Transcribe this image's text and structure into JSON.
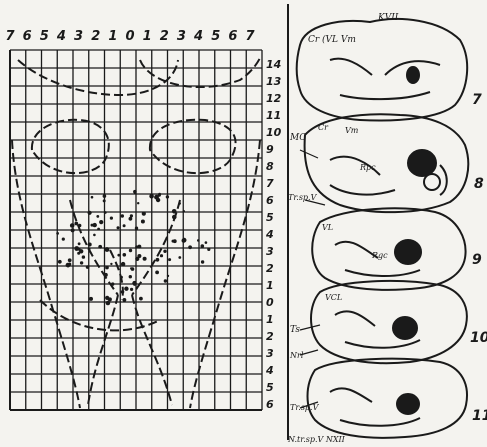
{
  "figure": {
    "ink_color": "#1a1a1a",
    "paper_color": "#f4f3ef",
    "left_panel": {
      "top_axis": [
        "7",
        "6",
        "5",
        "4",
        "3",
        "2",
        "1",
        "0",
        "1",
        "2",
        "3",
        "4",
        "5",
        "6",
        "7"
      ],
      "right_axis": [
        "14",
        "13",
        "12",
        "11",
        "10",
        "9",
        "8",
        "7",
        "6",
        "5",
        "4",
        "3",
        "2",
        "1",
        "0",
        "1",
        "2",
        "3",
        "4",
        "5",
        "6"
      ]
    },
    "right_panel": {
      "section_numbers": [
        "7",
        "8",
        "9",
        "10",
        "11"
      ],
      "labels": {
        "kvii": "KVII",
        "cr_vl_vm": "Cr (VL Vm",
        "mc": "MC",
        "cr": "Cr",
        "vm": "Vm",
        "vl": "VL",
        "rpc": "Rpc",
        "tr_sp_v": "Tr.sp.V",
        "ts": "Ts",
        "nrl": "Nrl",
        "tr_spv_low": "Tr.sp.V",
        "bottom": "N.tr.sp.V NXII",
        "rgc": "Rgc",
        "vcl": "VCL"
      }
    }
  }
}
